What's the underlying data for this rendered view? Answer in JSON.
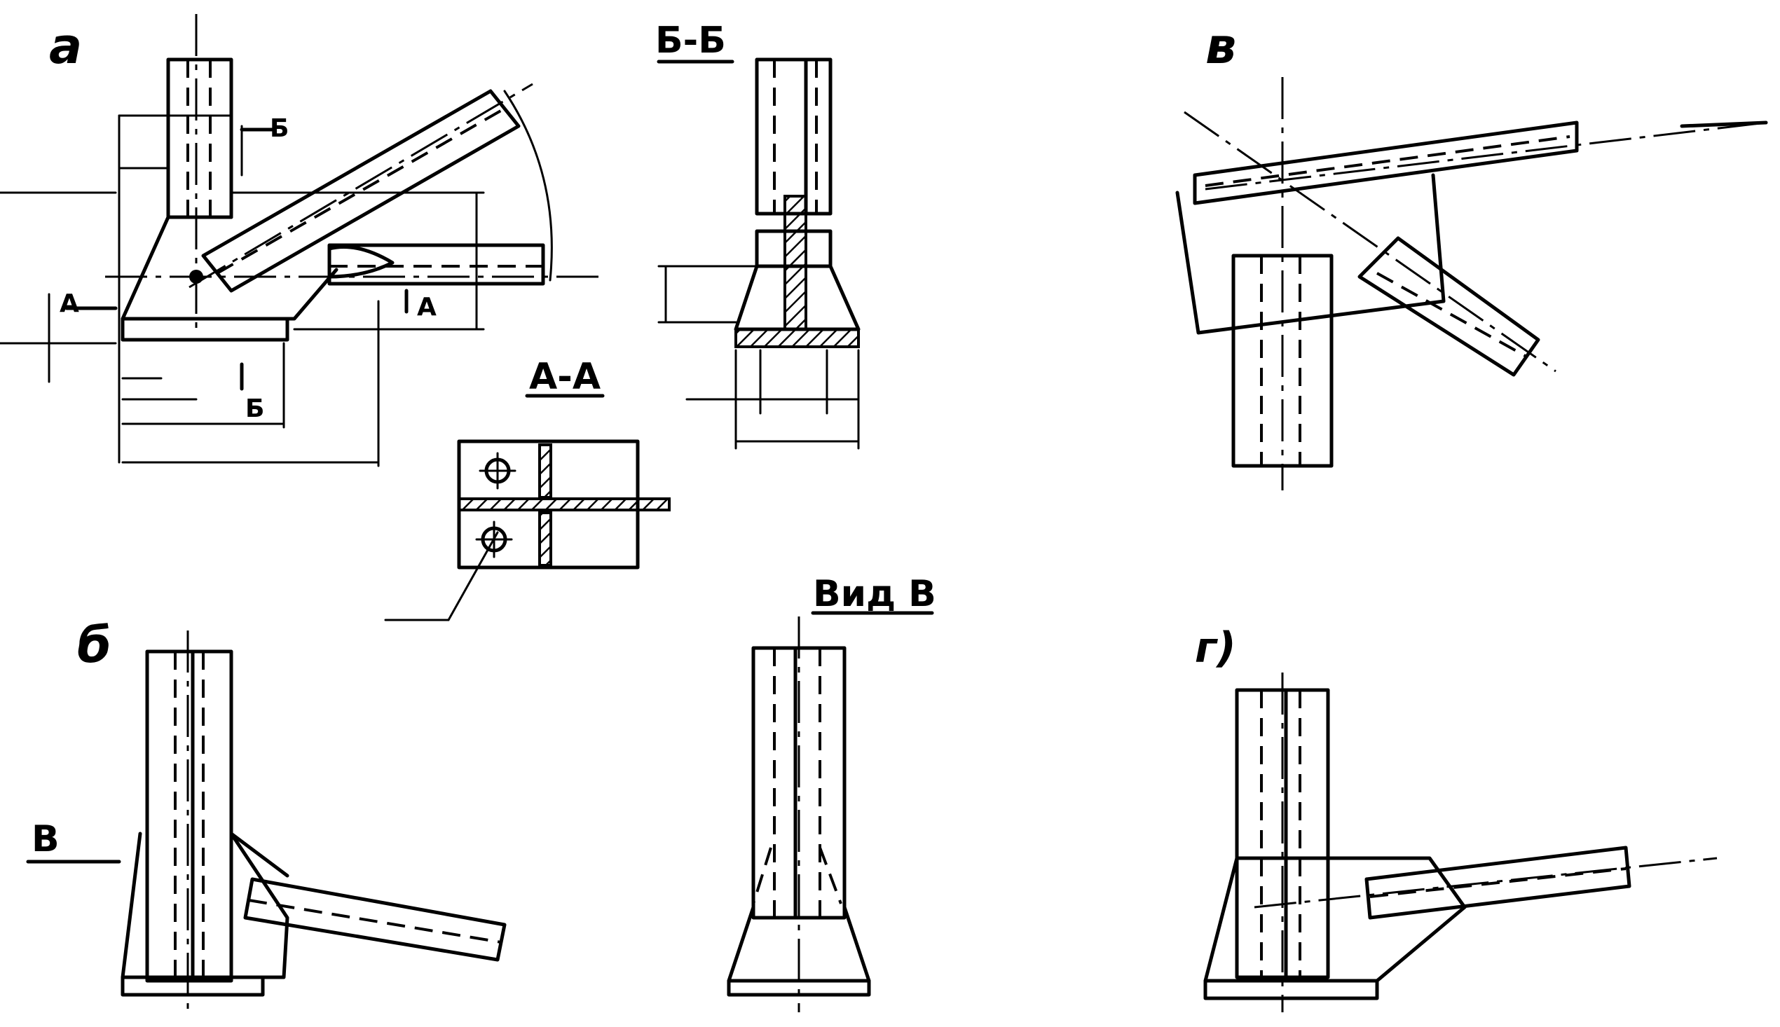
{
  "labels": {
    "a": "а",
    "b": "б",
    "v": "в",
    "g": "г)",
    "section_bb": "Б-Б",
    "section_aa": "А-А",
    "view_v": "Вид В",
    "mark_b": "Б",
    "mark_a": "А",
    "arrow_v": "В"
  }
}
